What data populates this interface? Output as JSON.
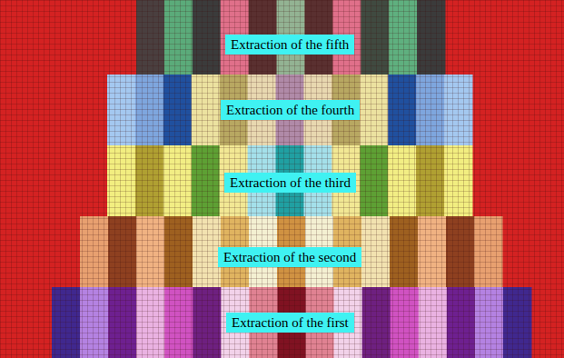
{
  "diagram": {
    "nodes": [
      {
        "text": [
          "Extraction of the fifth"
        ]
      },
      {
        "text": [
          "Extraction of the fourth"
        ]
      },
      {
        "text": [
          "Extraction of the third"
        ]
      },
      {
        "text": [
          "Extraction of the second"
        ]
      },
      {
        "text": [
          "Extraction of the first"
        ]
      }
    ]
  }
}
